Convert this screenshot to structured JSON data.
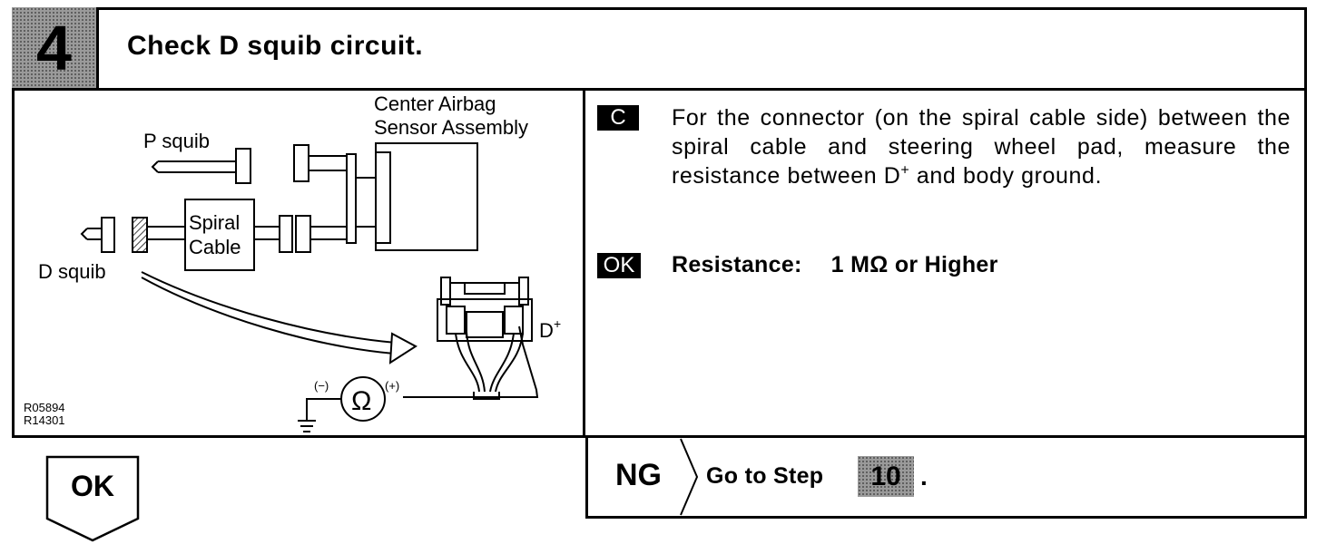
{
  "step": {
    "number": "4",
    "title": "Check D squib circuit."
  },
  "diagram": {
    "labels": {
      "center_sensor_line1": "Center Airbag",
      "center_sensor_line2": "Sensor Assembly",
      "p_squib": "P squib",
      "d_squib": "D squib",
      "spiral_line1": "Spiral",
      "spiral_line2": "Cable",
      "d_plus": "D",
      "d_plus_sup": "+",
      "ohm_symbol": "Ω",
      "minus": "(−)",
      "plus": "(+)",
      "ref1": "R05894",
      "ref2": "R14301"
    }
  },
  "instruction": {
    "tag": "C",
    "text_before": "For the connector (on the spiral cable side) between the spiral cable and steering wheel pad, measure the resistance between D",
    "sup": "+",
    "text_after": " and body ground."
  },
  "result": {
    "tag": "OK",
    "label": "Resistance:",
    "value": "1 MΩ or Higher"
  },
  "ng": {
    "label": "NG",
    "goto_text": "Go to Step",
    "step_ref": "10",
    "period": "."
  },
  "ok_arrow_label": "OK"
}
